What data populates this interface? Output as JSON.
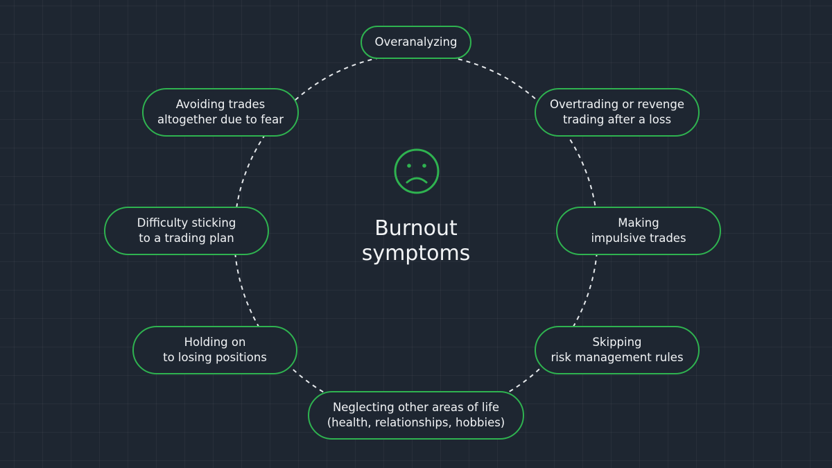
{
  "center": {
    "title_line1": "Burnout",
    "title_line2": "symptoms",
    "icon": "sad-face-icon"
  },
  "symptoms": [
    {
      "id": "overanalyzing",
      "line1": "Overanalyzing",
      "line2": ""
    },
    {
      "id": "overtrading",
      "line1": "Overtrading or revenge",
      "line2": "trading after a loss"
    },
    {
      "id": "impulsive",
      "line1": "Making",
      "line2": "impulsive trades"
    },
    {
      "id": "skipping-risk",
      "line1": "Skipping",
      "line2": "risk management rules"
    },
    {
      "id": "neglecting-life",
      "line1": "Neglecting other areas of life",
      "line2": "(health, relationships, hobbies)"
    },
    {
      "id": "holding-losers",
      "line1": "Holding on",
      "line2": "to losing positions"
    },
    {
      "id": "plan-difficulty",
      "line1": "Difficulty sticking",
      "line2": "to a trading plan"
    },
    {
      "id": "avoiding-trades",
      "line1": "Avoiding trades",
      "line2": "altogether due to fear"
    }
  ],
  "colors": {
    "background": "#1e2631",
    "accent": "#2fb350",
    "text": "#f2f4f6",
    "dashes": "#e6e9ec"
  }
}
